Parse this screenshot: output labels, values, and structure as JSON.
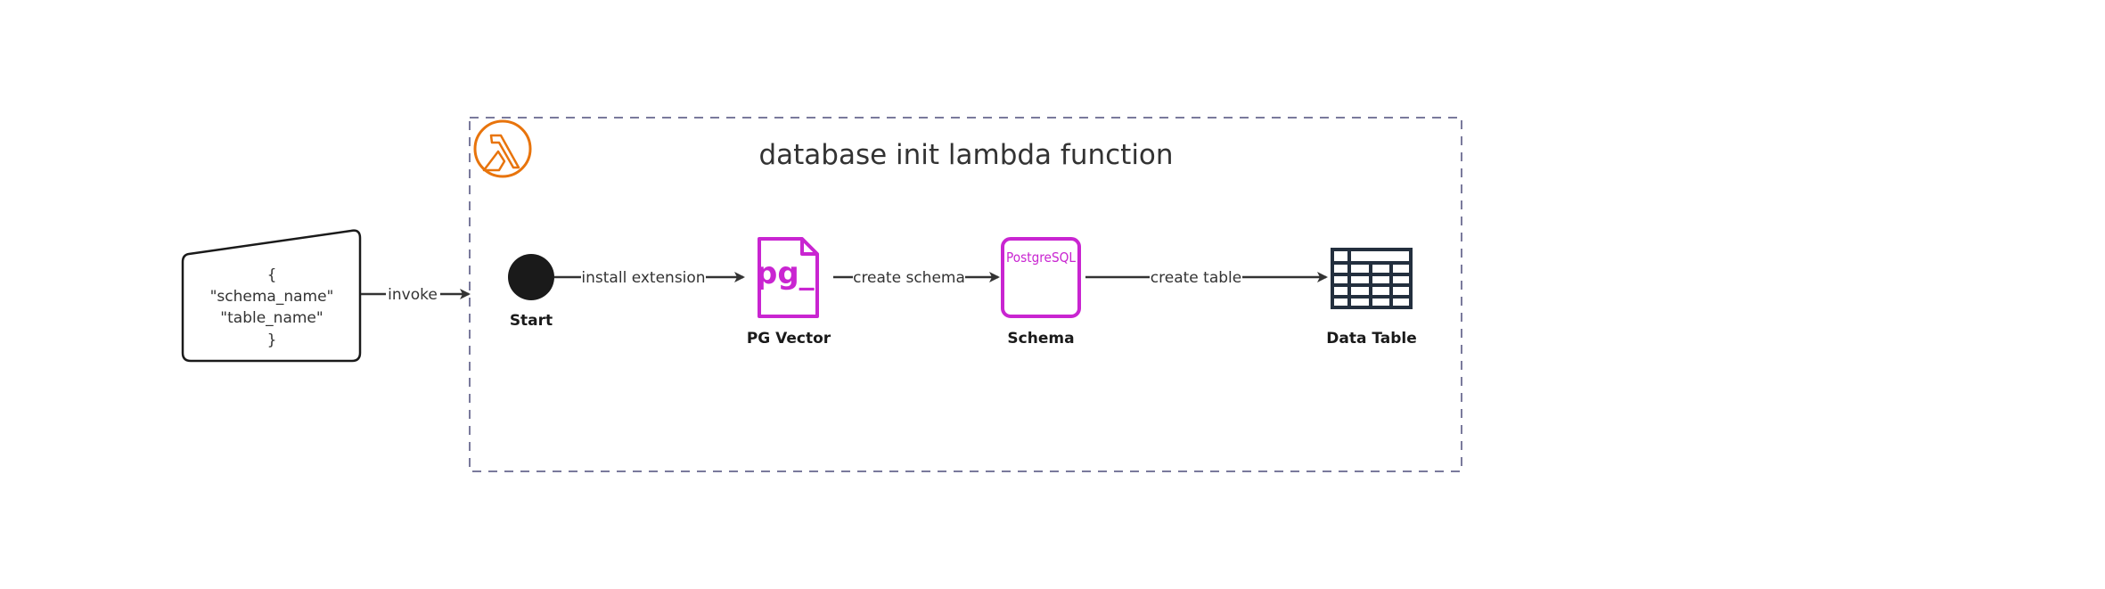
{
  "diagram": {
    "group_title": "database init lambda function",
    "group_icon": "aws-lambda-icon",
    "input_note": {
      "lines": [
        "{",
        "\"schema_name\"",
        "\"table_name\"",
        "}"
      ]
    },
    "nodes": {
      "start": {
        "label": "Start",
        "icon": "start-circle-icon"
      },
      "pg_vector": {
        "label": "PG Vector",
        "icon": "pg-file-icon",
        "icon_text": "pg_"
      },
      "schema": {
        "label": "Schema",
        "icon": "postgresql-icon",
        "icon_text": "PostgreSQL"
      },
      "data_table": {
        "label": "Data Table",
        "icon": "table-icon"
      }
    },
    "edges": {
      "invoke": "invoke",
      "install_extension": "install extension",
      "create_schema": "create schema",
      "create_table": "create table"
    },
    "colors": {
      "lambda": "#E8740C",
      "postgres": "#C925D1",
      "dark": "#232F3E",
      "border": "#7A7A9C",
      "text": "#333333"
    }
  }
}
